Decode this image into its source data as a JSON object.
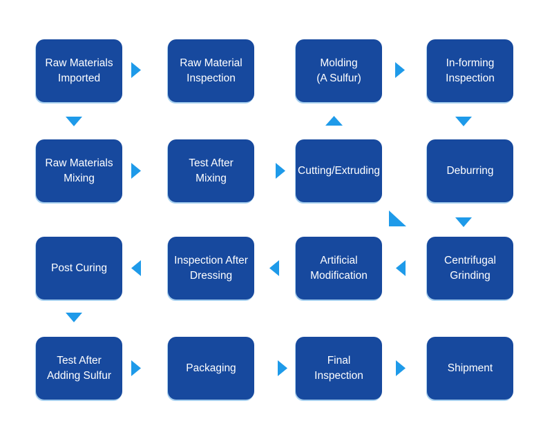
{
  "colors": {
    "box_fill": "#17499E",
    "arrow_fill": "#1E9AE9",
    "label_text": "#FFFFFF",
    "background": "#FFFFFF"
  },
  "boxes": [
    {
      "id": "raw-materials-imported",
      "label": "Raw Materials\nImported"
    },
    {
      "id": "raw-material-inspection",
      "label": "Raw Material\nInspection"
    },
    {
      "id": "molding-a-sulfur",
      "label": "Molding\n(A Sulfur)"
    },
    {
      "id": "in-forming-inspection",
      "label": "In-forming\nInspection"
    },
    {
      "id": "raw-materials-mixing",
      "label": "Raw Materials\nMixing"
    },
    {
      "id": "test-after-mixing",
      "label": "Test After\nMixing"
    },
    {
      "id": "cutting-extruding",
      "label": "Cutting/Extruding"
    },
    {
      "id": "deburring",
      "label": "Deburring"
    },
    {
      "id": "post-curing",
      "label": "Post Curing"
    },
    {
      "id": "inspection-after-dressing",
      "label": "Inspection After\nDressing"
    },
    {
      "id": "artificial-modification",
      "label": "Artificial\nModification"
    },
    {
      "id": "centrifugal-grinding",
      "label": "Centrifugal\nGrinding"
    },
    {
      "id": "test-after-adding-sulfur",
      "label": "Test After\nAdding Sulfur"
    },
    {
      "id": "packaging",
      "label": "Packaging"
    },
    {
      "id": "final-inspection",
      "label": "Final\nInspection"
    },
    {
      "id": "shipment",
      "label": "Shipment"
    }
  ],
  "arrows": [
    {
      "dir": "right",
      "from": "raw-materials-imported",
      "to": "raw-material-inspection"
    },
    {
      "dir": "right",
      "from": "molding-a-sulfur",
      "to": "in-forming-inspection"
    },
    {
      "dir": "down",
      "from": "raw-materials-imported",
      "to": "raw-materials-mixing"
    },
    {
      "dir": "up",
      "from": "cutting-extruding",
      "to": "molding-a-sulfur"
    },
    {
      "dir": "down",
      "from": "in-forming-inspection",
      "to": "deburring"
    },
    {
      "dir": "right",
      "from": "raw-materials-mixing",
      "to": "test-after-mixing"
    },
    {
      "dir": "right",
      "from": "test-after-mixing",
      "to": "cutting-extruding"
    },
    {
      "dir": "corner",
      "from": "cutting-extruding",
      "to": ""
    },
    {
      "dir": "down",
      "from": "deburring",
      "to": "centrifugal-grinding"
    },
    {
      "dir": "left",
      "from": "inspection-after-dressing",
      "to": "post-curing"
    },
    {
      "dir": "left",
      "from": "artificial-modification",
      "to": "inspection-after-dressing"
    },
    {
      "dir": "left",
      "from": "centrifugal-grinding",
      "to": "artificial-modification"
    },
    {
      "dir": "down",
      "from": "post-curing",
      "to": "test-after-adding-sulfur"
    },
    {
      "dir": "right",
      "from": "test-after-adding-sulfur",
      "to": "packaging"
    },
    {
      "dir": "right",
      "from": "packaging",
      "to": "final-inspection"
    },
    {
      "dir": "right",
      "from": "final-inspection",
      "to": "shipment"
    }
  ]
}
